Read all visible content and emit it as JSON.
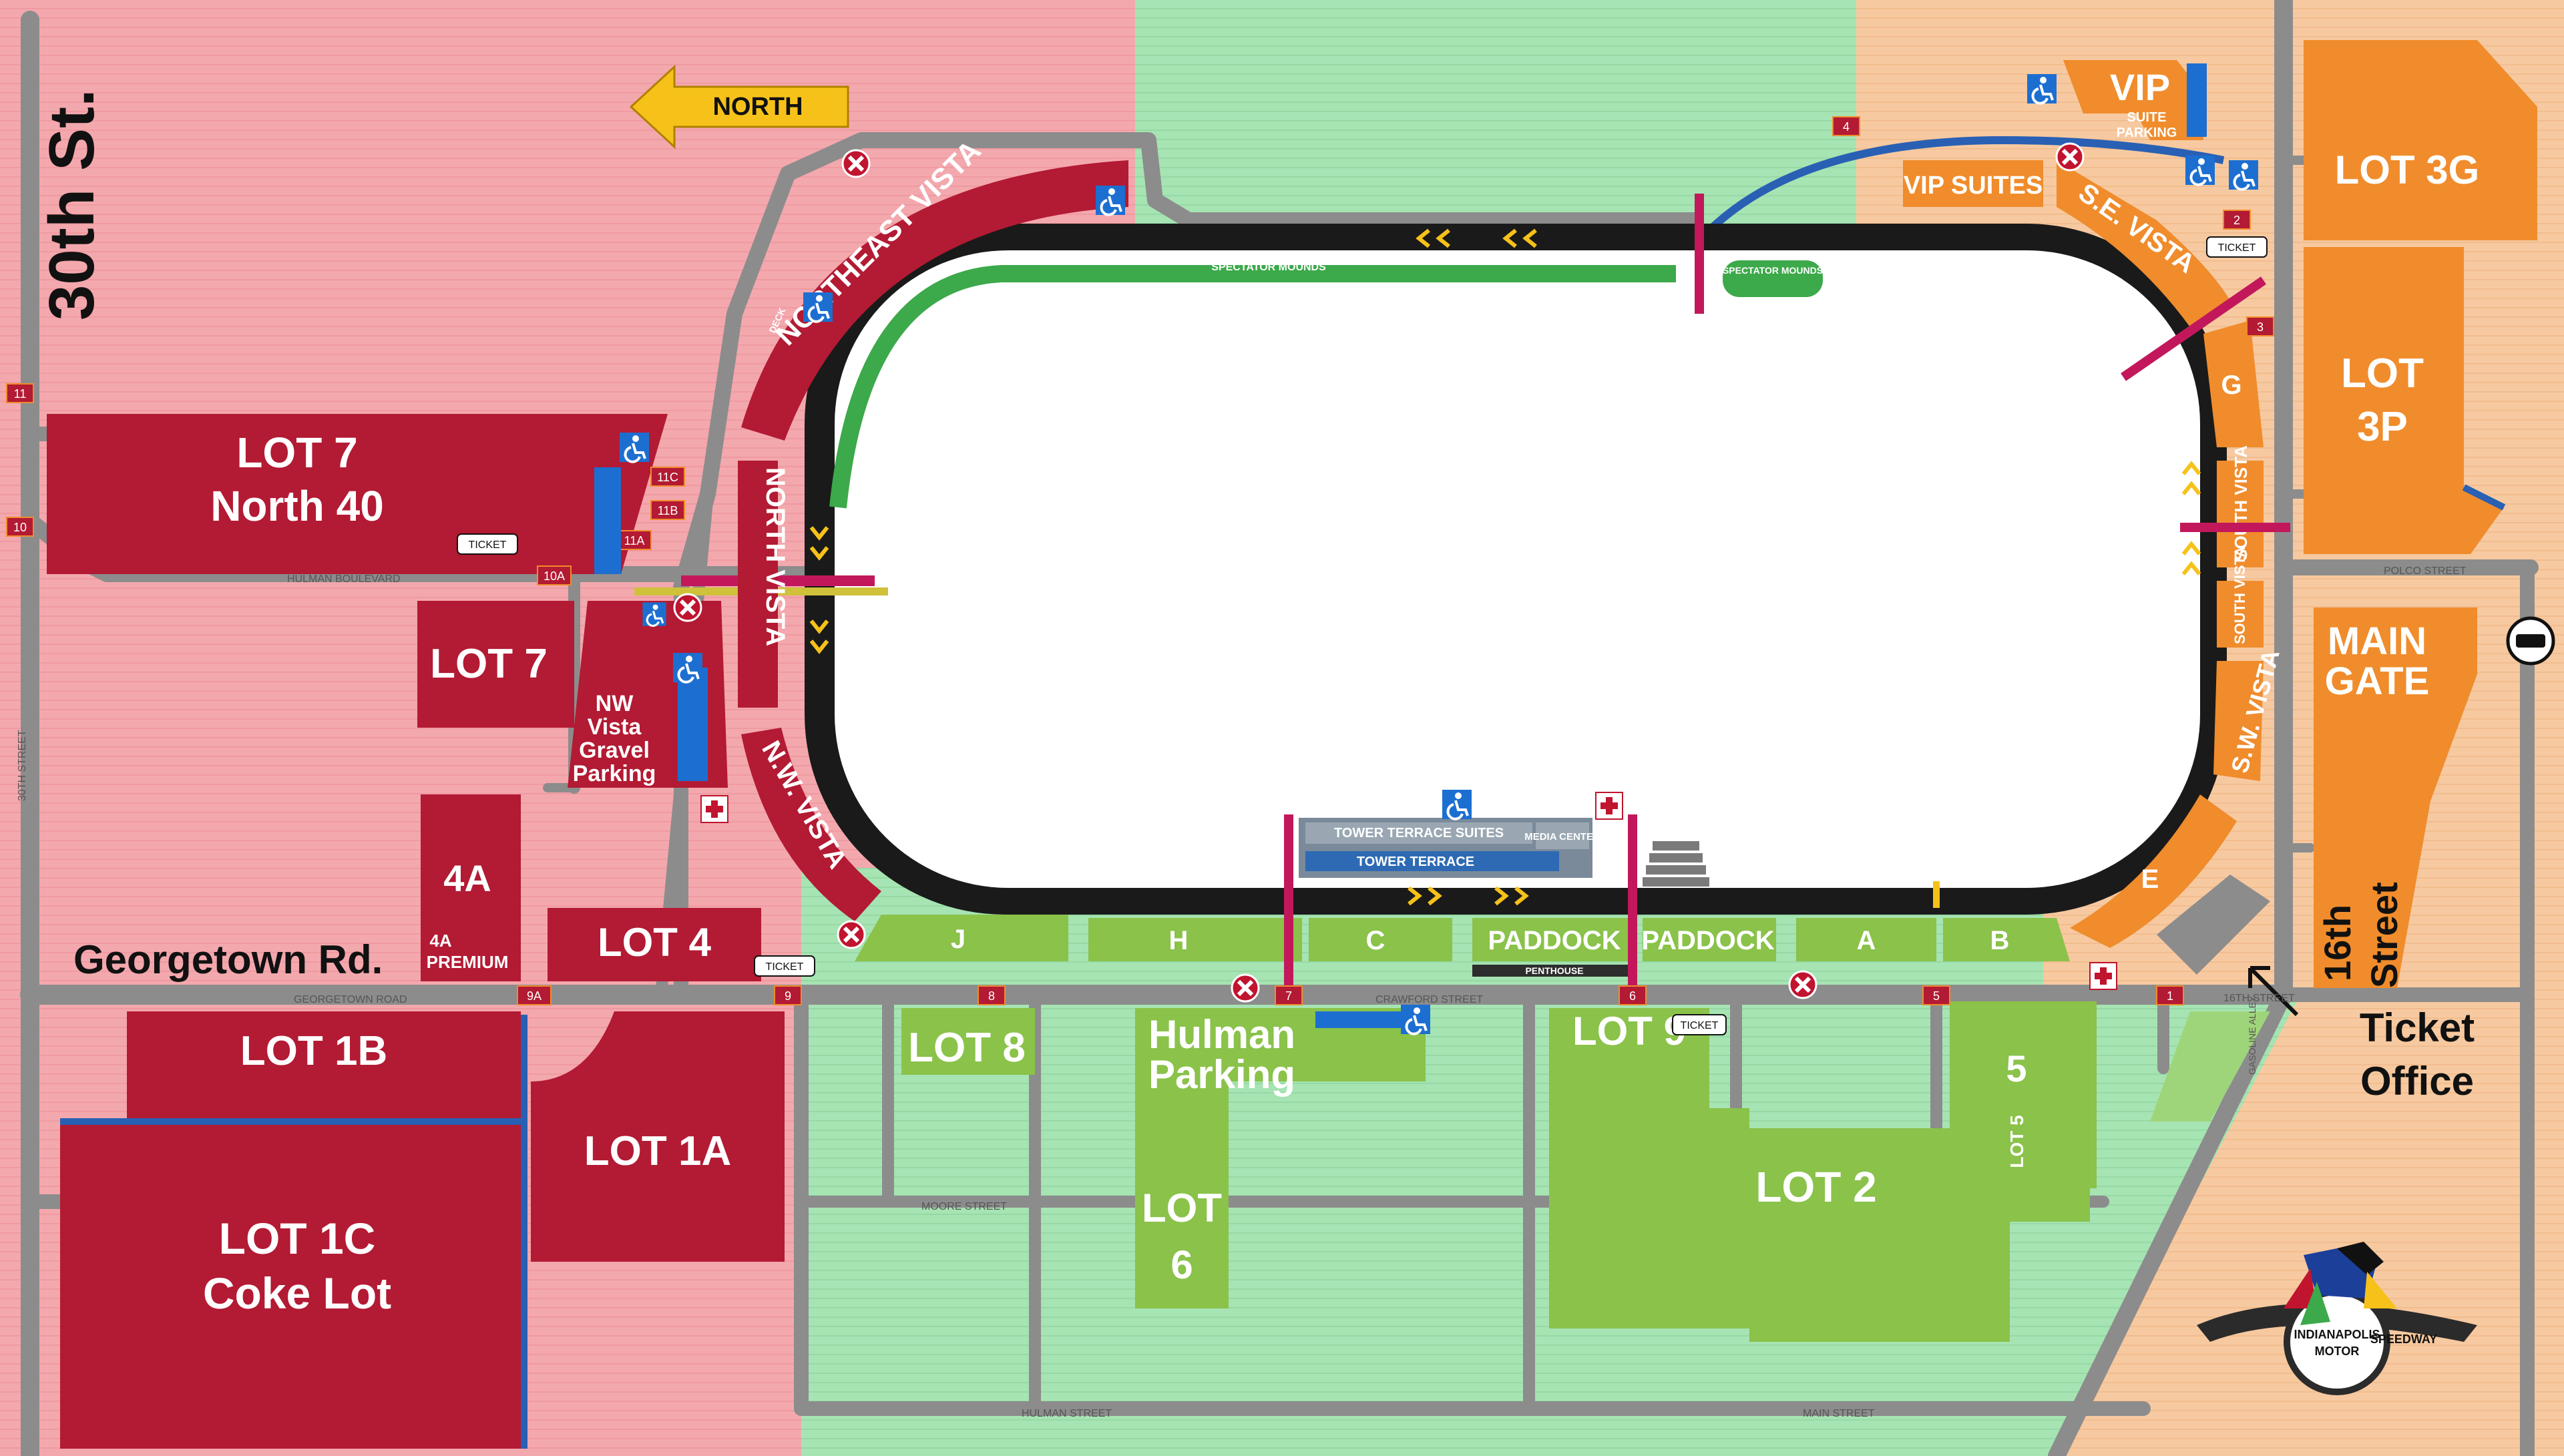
{
  "colors": {
    "north_zone": "#f3a8ad",
    "green_zone": "#a6e4b3",
    "orange_zone": "#f7c9a0",
    "red_lot": "#b31a33",
    "green_lot": "#8ac24a",
    "orange_lot": "#f08c2c",
    "track": "#1a1a1a",
    "road": "#8c8c8c",
    "arrow_fill": "#f6c21a",
    "blue_road": "#2960b4",
    "accessible_blue": "#1c6fd1",
    "magenta": "#c2185b"
  },
  "streets": {
    "thirtieth": "30th St.",
    "georgetown": "Georgetown Rd.",
    "sixteenth_line1": "16th",
    "sixteenth_line2": "Street",
    "ticket_office_line1": "Ticket",
    "ticket_office_line2": "Office"
  },
  "compass": {
    "label": "NORTH"
  },
  "lots": {
    "lot7_north40_line1": "LOT 7",
    "lot7_north40_line2": "North 40",
    "lot7": "LOT 7",
    "nw_vista_gravel": [
      "NW",
      "Vista",
      "Gravel",
      "Parking"
    ],
    "lot4a": "4A",
    "lot4a_premium_line1": "4A",
    "lot4a_premium_line2": "PREMIUM",
    "lot4": "LOT 4",
    "lot1b": "LOT 1B",
    "lot1a": "LOT 1A",
    "lot1c_line1": "LOT 1C",
    "lot1c_line2": "Coke Lot",
    "lot8": "LOT 8",
    "hulman_line1": "Hulman",
    "hulman_line2": "Parking",
    "lot6_line1": "LOT",
    "lot6_line2": "6",
    "lot9": "LOT 9",
    "lot2": "LOT 2",
    "lot5_big": "5",
    "lot5_small": "LOT 5",
    "lot3g": "LOT 3G",
    "lot3p_line1": "LOT",
    "lot3p_line2": "3P",
    "main_gate_line1": "MAIN",
    "main_gate_line2": "GATE",
    "vip": "VIP",
    "vip_suite_parking_line1": "SUITE",
    "vip_suite_parking_line2": "PARKING"
  },
  "stands": {
    "northeast_vista": "NORTHEAST VISTA",
    "north_vista": "NORTH VISTA",
    "nw_vista": "N.W. VISTA",
    "vip_suites": "VIP SUITES",
    "se_vista": "S.E. VISTA",
    "g": "G",
    "south_vista": "SOUTH VISTA",
    "south_vista2": "SOUTH VISTA",
    "sw_vista": "S.W. VISTA",
    "e": "E",
    "j": "J",
    "h": "H",
    "c": "C",
    "paddock1": "PADDOCK",
    "paddock2": "PADDOCK",
    "a": "A",
    "b": "B",
    "tower_terrace_suites": "TOWER TERRACE SUITES",
    "media_center": "MEDIA CENTER",
    "tower_terrace": "TOWER TERRACE",
    "spectator_mounds": "SPECTATOR MOUNDS",
    "spectator_mounds2": "SPECTATOR MOUNDS",
    "penthouse": "PENTHOUSE",
    "deck": "DECK"
  },
  "gates": [
    "11",
    "10",
    "10A",
    "11C",
    "11B",
    "11A",
    "9A",
    "9",
    "8",
    "7",
    "6",
    "5",
    "1",
    "2",
    "3",
    "4"
  ],
  "road_names": {
    "hulman_blvd": "HULMAN BOULEVARD",
    "georgetown_road": "GEORGETOWN ROAD",
    "polco_street": "POLCO STREET",
    "sixteenth_street": "16TH STREET",
    "thirtieth_street": "30TH STREET",
    "crawford": "CRAWFORD STREET",
    "main_street": "MAIN STREET",
    "hulman_street": "HULMAN STREET",
    "moore": "MOORE STREET",
    "gasoline_alley": "GASOLINE ALLEY"
  },
  "tickets": {
    "label": "TICKET"
  },
  "icons": [
    "accessible-icon",
    "no-parking-icon",
    "first-aid-icon",
    "ticket-icon",
    "north-arrow-icon",
    "logo-emblem",
    "main-gate-marker-icon"
  ],
  "logo": {
    "line1": "INDIANAPOLIS",
    "line2": "MOTOR",
    "line3": "SPEEDWAY"
  }
}
